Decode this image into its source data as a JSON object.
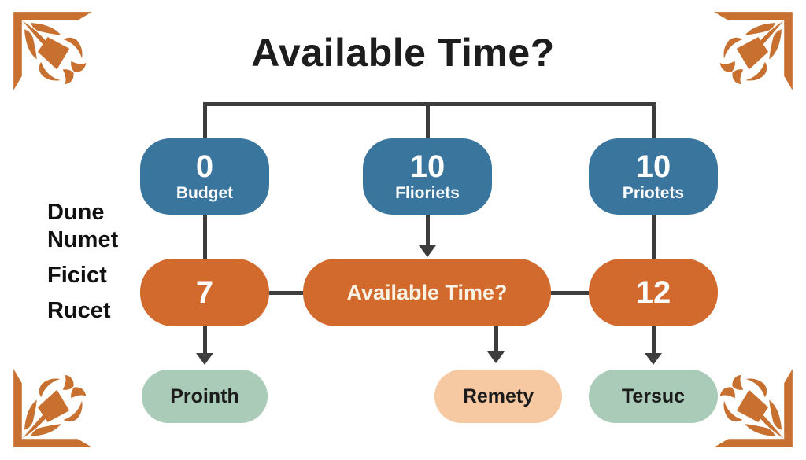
{
  "title": "Available Time?",
  "side_labels": [
    "Dune",
    "Numet",
    "Ficict",
    "Rucet"
  ],
  "top_nodes": [
    {
      "value": "0",
      "label": "Budget"
    },
    {
      "value": "10",
      "label": "Flioriets"
    },
    {
      "value": "10",
      "label": "Priotets"
    }
  ],
  "mid_nodes": {
    "left": {
      "value": "7"
    },
    "center": {
      "label": "Available Time?"
    },
    "right": {
      "value": "12"
    }
  },
  "bottom_nodes": [
    {
      "label": "Prointh"
    },
    {
      "label": "Remety"
    },
    {
      "label": "Tersuc"
    }
  ],
  "icons": {
    "corner_ornament": "floral-corner-icon"
  },
  "colors": {
    "node_blue": "#3a759e",
    "node_orange": "#d2692d",
    "pill_sage": "#a9cbb8",
    "pill_peach": "#f6c9a2",
    "connector": "#3d3d3d",
    "ornament": "#c7702f",
    "title_text": "#1d1d1d"
  }
}
